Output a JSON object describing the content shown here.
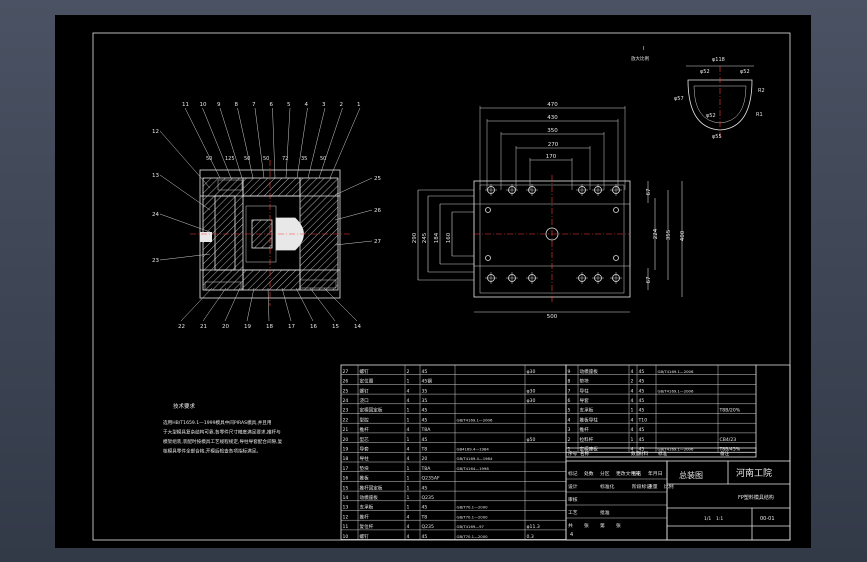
{
  "drawing": {
    "bom_title": "总装图",
    "school": "河南工院",
    "part_name": "FP塑料模具结构",
    "drawing_no": "00-01",
    "scale_label": "1:1",
    "sheet_label": "1/1",
    "tech_req_title": "技术要求",
    "tech_req_text": [
      "选用HB/T1659.1—1999模具中间PIRAS模具,并且用",
      "于大型模具复杂结构可靠,各零件尺寸精度满足要求,推杆与",
      "模架组装,装配时按模具工艺规程规定,导柱导套配合间隙,复",
      "核模具零件全部合格,开模后检查各项指标满足。"
    ],
    "inset_label": "I",
    "inset_sub": "放大比例"
  },
  "part_numbers_top": [
    "11",
    "10",
    "9",
    "8",
    "7",
    "6",
    "5",
    "4",
    "3",
    "2",
    "1"
  ],
  "part_numbers_bottom": [
    "22",
    "21",
    "20",
    "19",
    "18",
    "17",
    "16",
    "15",
    "14"
  ],
  "part_numbers_left": [
    "12",
    "13",
    "24",
    "23"
  ],
  "part_numbers_right": [
    "25",
    "26",
    "27"
  ],
  "section_dims_top": [
    "50",
    "125",
    "50",
    "50",
    "72",
    "35",
    "50"
  ],
  "plan_dims_horizontal": [
    "470",
    "430",
    "350",
    "270",
    "170",
    "500"
  ],
  "plan_dims_left": [
    "290",
    "245",
    "184",
    "160"
  ],
  "plan_dims_right": [
    "67",
    "224",
    "355",
    "400",
    "67"
  ],
  "detail_dims": [
    "φ118",
    "φ52",
    "φ52",
    "R2",
    "φ57",
    "φ52",
    "φ55",
    "R1"
  ],
  "bom_left": {
    "rows": [
      [
        "27",
        "螺钉",
        "2",
        "45",
        "",
        "φ30"
      ],
      [
        "26",
        "定位圈",
        "1",
        "45钢",
        "",
        ""
      ],
      [
        "25",
        "螺钉",
        "4",
        "35",
        "",
        "φ30"
      ],
      [
        "24",
        "浇口",
        "4",
        "35",
        "",
        "φ30"
      ],
      [
        "23",
        "定模固定板",
        "1",
        "45",
        "",
        ""
      ],
      [
        "22",
        "型腔",
        "1",
        "45",
        "GB/T4169.1—2006",
        ""
      ],
      [
        "21",
        "推杆",
        "4",
        "T8A",
        "",
        ""
      ],
      [
        "20",
        "型芯",
        "1",
        "45",
        "",
        "φ50"
      ],
      [
        "19",
        "导套",
        "4",
        "T8",
        "GB4169.4—1984",
        ""
      ],
      [
        "18",
        "导柱",
        "4",
        "20",
        "GB/T4169.4—1984",
        ""
      ],
      [
        "17",
        "垫块",
        "1",
        "T8A",
        "GB/T4164—1998",
        ""
      ],
      [
        "16",
        "推板",
        "1",
        "Q235AF",
        "",
        " "
      ],
      [
        "15",
        "推杆固定板",
        "1",
        "45",
        "",
        ""
      ],
      [
        "14",
        "动模座板",
        "1",
        "Q235",
        "",
        ""
      ],
      [
        "13",
        "支承板",
        "1",
        "45",
        "GB/T70.1—2000",
        ""
      ],
      [
        "12",
        "推杆",
        "4",
        "T8",
        "GB/T70.1—2000",
        ""
      ],
      [
        "11",
        "复位杆",
        "4",
        "Q235",
        "GB/T4169—97",
        "φ11.3"
      ],
      [
        "10",
        "螺钉",
        "4",
        "45",
        "GB/T70.1—2000",
        "0.3"
      ]
    ]
  },
  "bom_right": {
    "rows": [
      [
        "9",
        "动模座板",
        "4",
        "45",
        "GB/T4169.1—2006",
        ""
      ],
      [
        "8",
        "垫块",
        "2",
        "45",
        "",
        ""
      ],
      [
        "7",
        "导柱",
        "4",
        "45",
        "GB/T4169.1—2006",
        ""
      ],
      [
        "6",
        "导套",
        "4",
        "45",
        "",
        ""
      ],
      [
        "5",
        "支承板",
        "1",
        "45",
        "",
        "T8B/20%"
      ],
      [
        "4",
        "推板导柱",
        "4",
        "T10",
        "",
        ""
      ],
      [
        "3",
        "推杆",
        "4",
        "45",
        "",
        ""
      ],
      [
        "2",
        "拉料杆",
        "1",
        "45",
        "",
        "CB4/23"
      ],
      [
        "1",
        "定模座板",
        "4",
        "45",
        "GB/T4169.1—2006",
        "T8B/45%"
      ]
    ],
    "header": [
      "序号",
      "名称",
      "数量",
      "材料",
      "标准",
      "备注"
    ]
  },
  "title_block": {
    "row1": [
      "标记",
      "处数",
      "分区",
      "更改文件号",
      "签名",
      "年月日"
    ],
    "row2": [
      "设计",
      "",
      "标准化",
      "",
      "阶段标记",
      "重量",
      "比例"
    ],
    "row3": [
      "审核",
      "",
      ""
    ],
    "row4": [
      "工艺",
      "",
      "批准",
      ""
    ],
    "row5": [
      "共",
      "张",
      "第",
      "张"
    ],
    "bottom_mark": "4"
  }
}
